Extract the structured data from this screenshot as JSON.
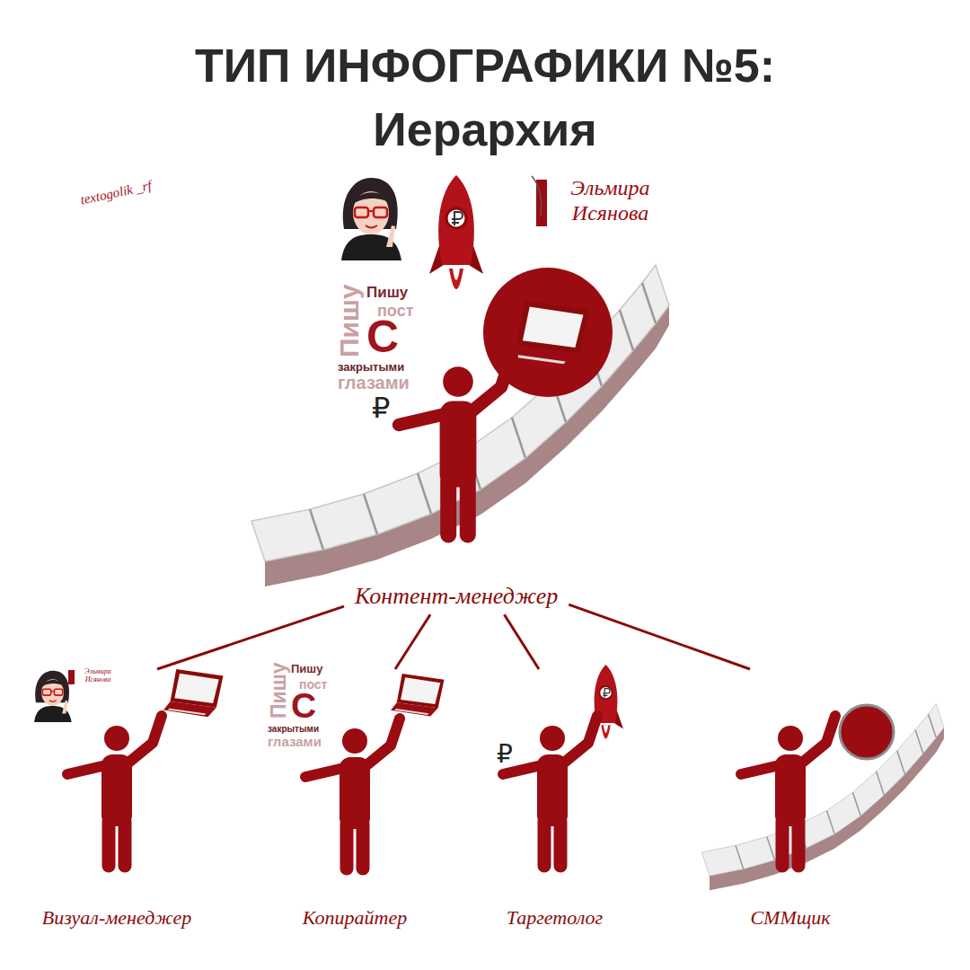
{
  "diagram": {
    "title": "ТИП ИНФОГРАФИКИ №5: Иерархия",
    "nodes": [
      {
        "text": [
          "Контент-менеджер"
        ]
      },
      {
        "text": [
          "Визуал-менеджер"
        ]
      },
      {
        "text": [
          "Копирайтер"
        ]
      },
      {
        "text": [
          "Таргетолог"
        ]
      },
      {
        "text": [
          "СММщик"
        ]
      }
    ],
    "edges": [
      {
        "from": 0,
        "to": 1,
        "arrow": "none"
      },
      {
        "from": 0,
        "to": 2,
        "arrow": "none"
      },
      {
        "from": 0,
        "to": 3,
        "arrow": "none"
      },
      {
        "from": 0,
        "to": 4,
        "arrow": "none"
      }
    ],
    "labels": [
      "textogolik _rf",
      "Эльмира Исянова",
      "Пишу",
      "Пишу",
      "пост",
      "С",
      "закрытыми",
      "глазами",
      "₽",
      "Эльмира Исянова",
      "Пишу",
      "Пишу",
      "пост",
      "С",
      "закрытыми",
      "глазами",
      "₽"
    ]
  }
}
